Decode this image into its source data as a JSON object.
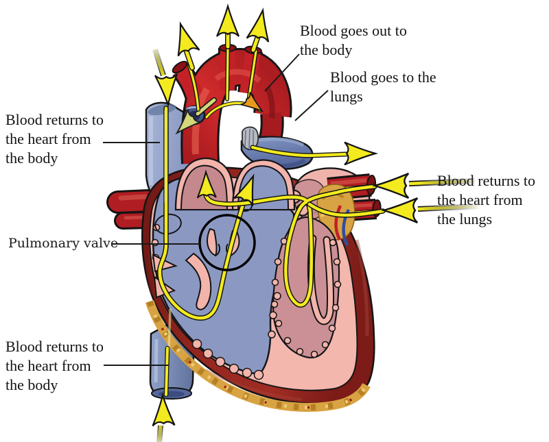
{
  "labels": {
    "blood_out_body": {
      "lines": [
        "Blood goes out to",
        "the body"
      ]
    },
    "blood_to_lungs": {
      "lines": [
        "Blood goes to the",
        "lungs"
      ]
    },
    "returns_body_top": {
      "lines": [
        "Blood returns to",
        "the heart from",
        "the body"
      ]
    },
    "returns_lungs": {
      "lines": [
        "Blood returns to",
        "the heart from",
        "the lungs"
      ]
    },
    "pulmonary_valve": {
      "text": "Pulmonary valve"
    },
    "returns_body_bottom": {
      "lines": [
        "Blood returns to",
        "the heart from",
        "the body"
      ]
    }
  },
  "colors": {
    "arrow_yellow": "#f3ea1f",
    "artery_red": "#c32127",
    "vein_blue": "#8fa0c8",
    "chamber_blue": "#8b99c2",
    "wall_pink": "#f3b7ad",
    "ventricle_mauve": "#cb9095",
    "outer_wall_red": "#8c2420",
    "fat_yellow": "#d8a343",
    "annotation_black": "#000000"
  }
}
